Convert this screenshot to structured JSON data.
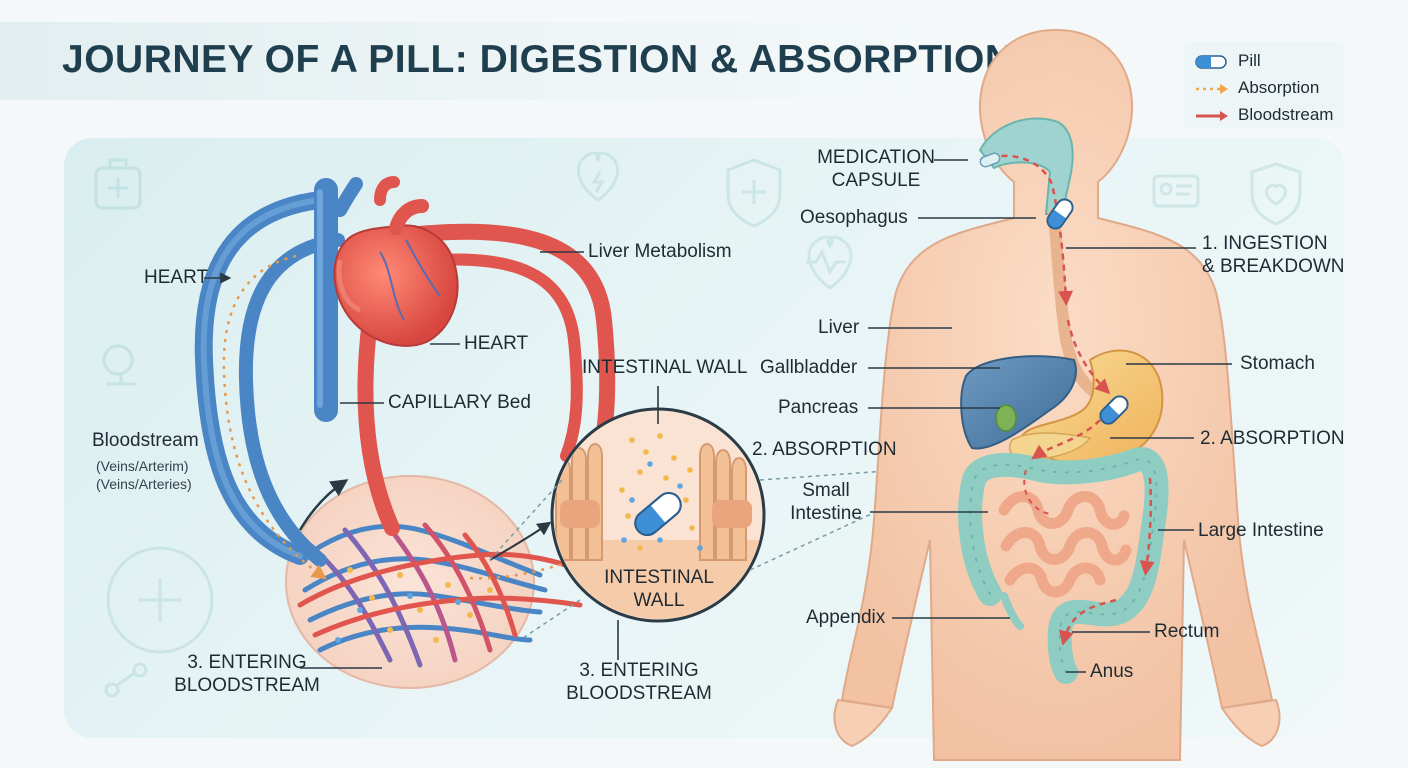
{
  "title": "JOURNEY OF A PILL: DIGESTION & ABSORPTION",
  "legend": [
    {
      "label": "Pill",
      "icon": "pill-icon",
      "color": "#3f8fd6"
    },
    {
      "label": "Absorption",
      "icon": "dotted-arrow-icon",
      "color": "#f0a64a"
    },
    {
      "label": "Bloodstream",
      "icon": "red-arrow-icon",
      "color": "#d9534f"
    }
  ],
  "left_labels": {
    "heart_top": "HEART",
    "heart": "HEART",
    "liver_metabolism": "Liver Metabolism",
    "capillary_bed": "CAPILLARY Bed",
    "bloodstream": "Bloodstream",
    "veins_1": "(Veins/Arterim)",
    "veins_2": "(Veins/Arteries)",
    "intestinal_wall_top": "INTESTINAL WALL",
    "absorption": "2. ABSORPTION",
    "intestinal_wall_1": "INTESTINAL",
    "intestinal_wall_2": "WALL",
    "entering_left_1": "3. ENTERING",
    "entering_left_2": "BLOODSTREAM",
    "entering_mid_1": "3. ENTERING",
    "entering_mid_2": "BLOODSTREAM"
  },
  "body_labels": {
    "medication_1": "MEDICATION",
    "medication_2": "CAPSULE",
    "oesophagus": "Oesophagus",
    "ingestion_1": "1. INGESTION",
    "ingestion_2": "& BREAKDOWN",
    "liver": "Liver",
    "gallbladder": "Gallbladder",
    "pancreas": "Pancreas",
    "stomach": "Stomach",
    "absorption": "2. ABSORPTION",
    "small_intestine_1": "Small",
    "small_intestine_2": "Intestine",
    "large_intestine": "Large Intestine",
    "appendix": "Appendix",
    "rectum": "Rectum",
    "anus": "Anus"
  },
  "colors": {
    "vein_blue": "#4a86c5",
    "artery_red": "#e0554e",
    "skin": "#f6cfb5",
    "liver": "#4f7fa8",
    "stomach": "#f5c97a",
    "intestine_teal": "#8fcdc3",
    "small_intestine": "#f3b396",
    "absorption_dots": "#f0a64a",
    "panel": "#dcf0f1"
  }
}
